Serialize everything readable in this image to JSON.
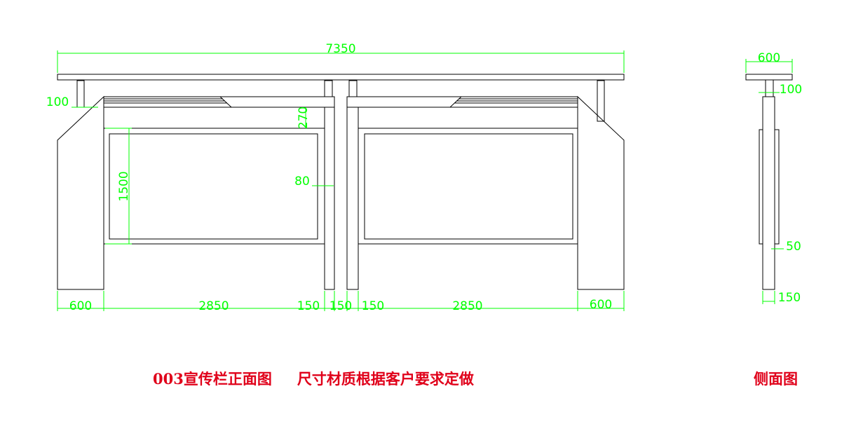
{
  "dimensions": {
    "total_width": "7350",
    "left_wing": "600",
    "left_panel": "2850",
    "center_post_left": "150",
    "center_post_mid": "150",
    "center_post_right": "150",
    "right_panel": "2850",
    "right_wing": "600",
    "roof_thickness": "100",
    "header_height": "270",
    "panel_height": "1500",
    "frame_width": "80",
    "side_roof_depth": "600",
    "side_post": "100",
    "side_board": "50",
    "side_base": "150"
  },
  "captions": {
    "front_title": "003宣传栏正面图",
    "note": "尺寸材质根据客户要求定做",
    "side_title": "侧面图"
  },
  "colors": {
    "line": "#000000",
    "dimension": "#00ff00",
    "caption": "#e0001a"
  }
}
